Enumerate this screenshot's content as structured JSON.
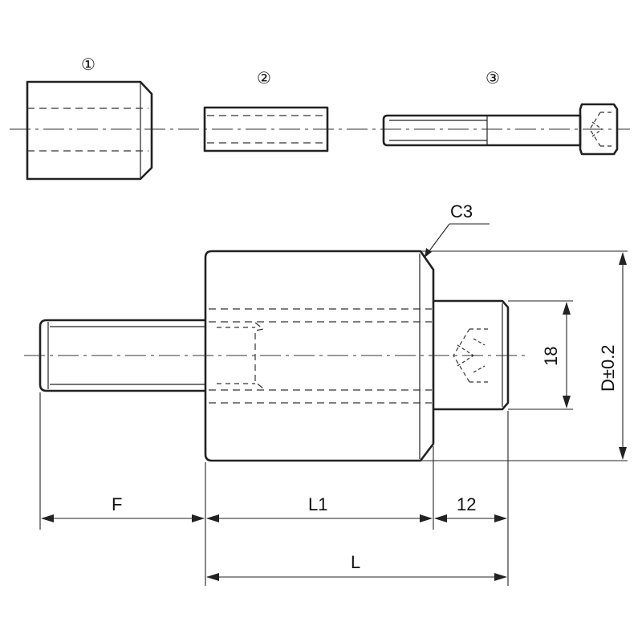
{
  "parts": {
    "part1_label": "①",
    "part2_label": "②",
    "part3_label": "③"
  },
  "assembly": {
    "chamfer_label": "C3",
    "pilot_dia_label": "18",
    "body_dia_label": "D±0.2",
    "f_label": "F",
    "l1_label": "L1",
    "pilot_len_label": "12",
    "l_label": "L"
  }
}
